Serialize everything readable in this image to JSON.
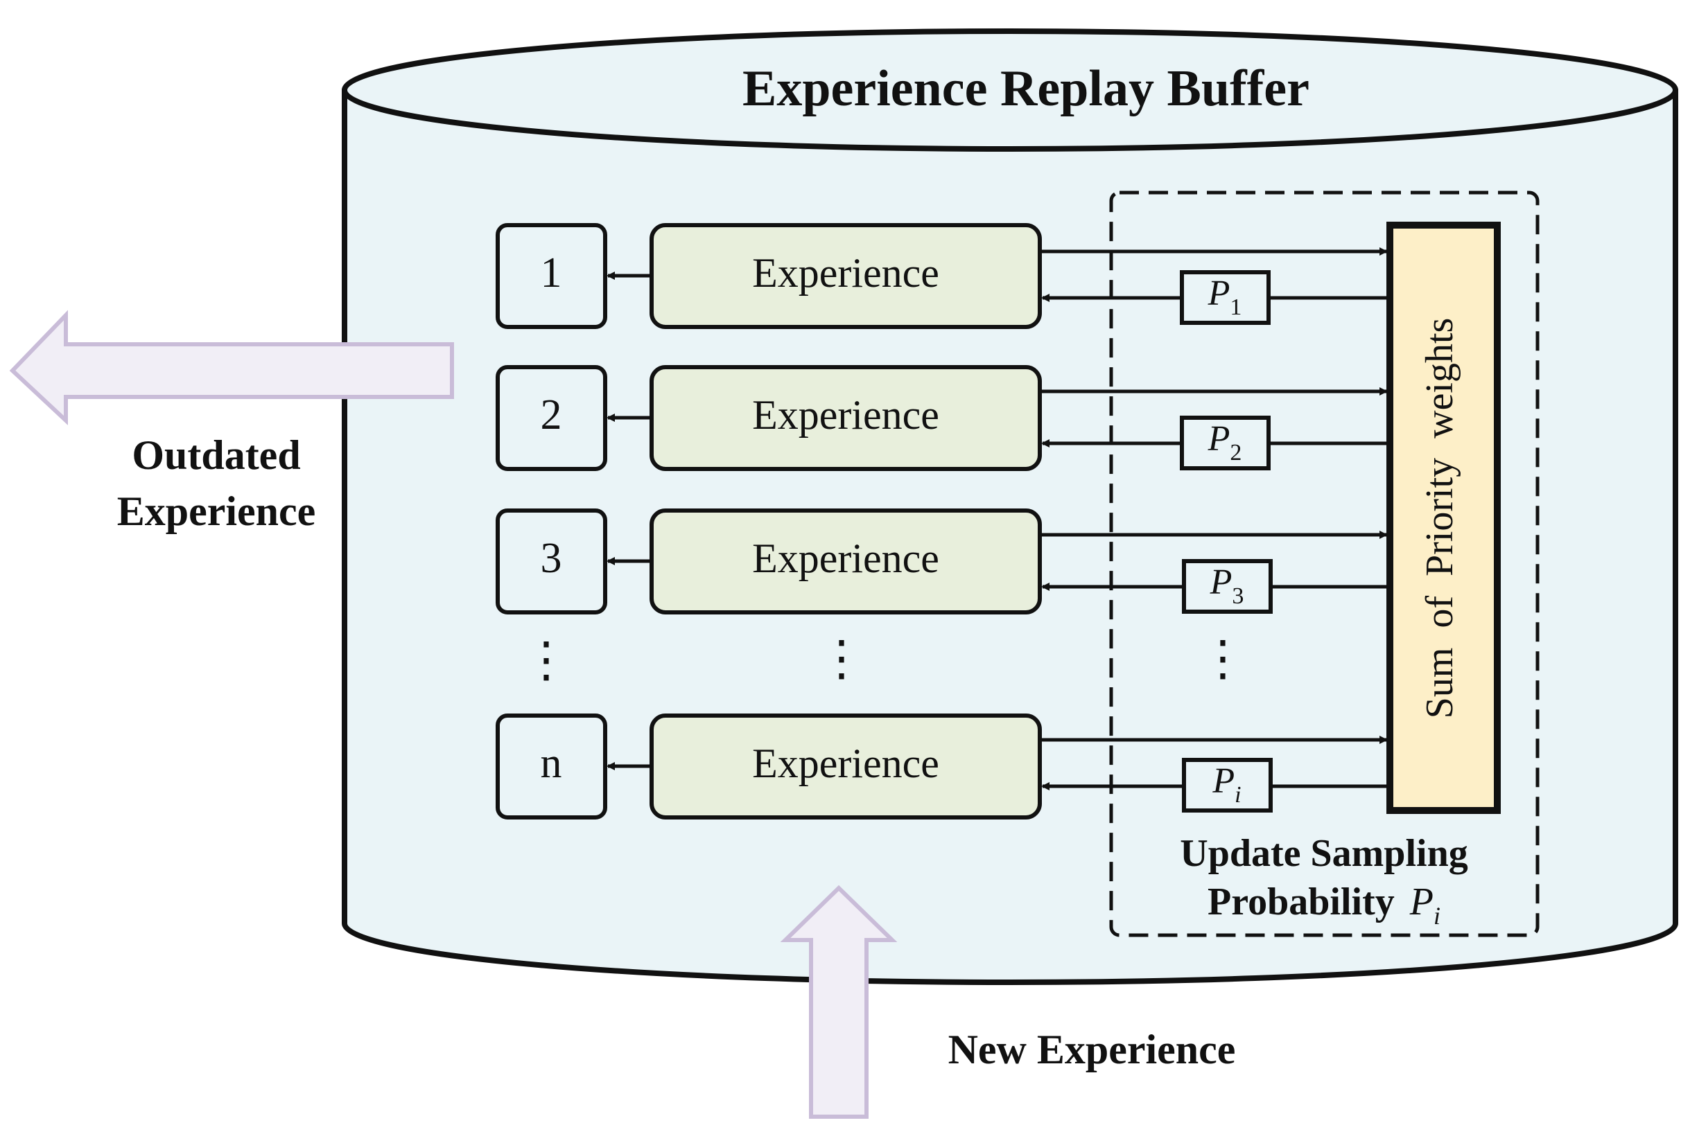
{
  "title": "Experience Replay Buffer",
  "slots": [
    {
      "index": "1",
      "experience": "Experience",
      "prob_base": "P",
      "prob_sub": "1"
    },
    {
      "index": "2",
      "experience": "Experience",
      "prob_base": "P",
      "prob_sub": "2"
    },
    {
      "index": "3",
      "experience": "Experience",
      "prob_base": "P",
      "prob_sub": "3"
    },
    {
      "index": "n",
      "experience": "Experience",
      "prob_base": "P",
      "prob_sub": "i"
    }
  ],
  "ellipsis": "⋮",
  "priority_box": "Sum  of  Priority  weights",
  "update_label": {
    "line1": "Update Sampling",
    "line2": "Probability",
    "symbol_base": "P",
    "symbol_sub": "i"
  },
  "outdated_label": {
    "line1": "Outdated",
    "line2": "Experience"
  },
  "new_label": "New Experience",
  "colors": {
    "cylinder_fill": "#eaf4f7",
    "experience_fill": "#e8efdc",
    "priority_fill": "#fdefc8",
    "arrow_fill": "#f1eef6",
    "arrow_stroke": "#c9bcd8",
    "line": "#111111"
  }
}
